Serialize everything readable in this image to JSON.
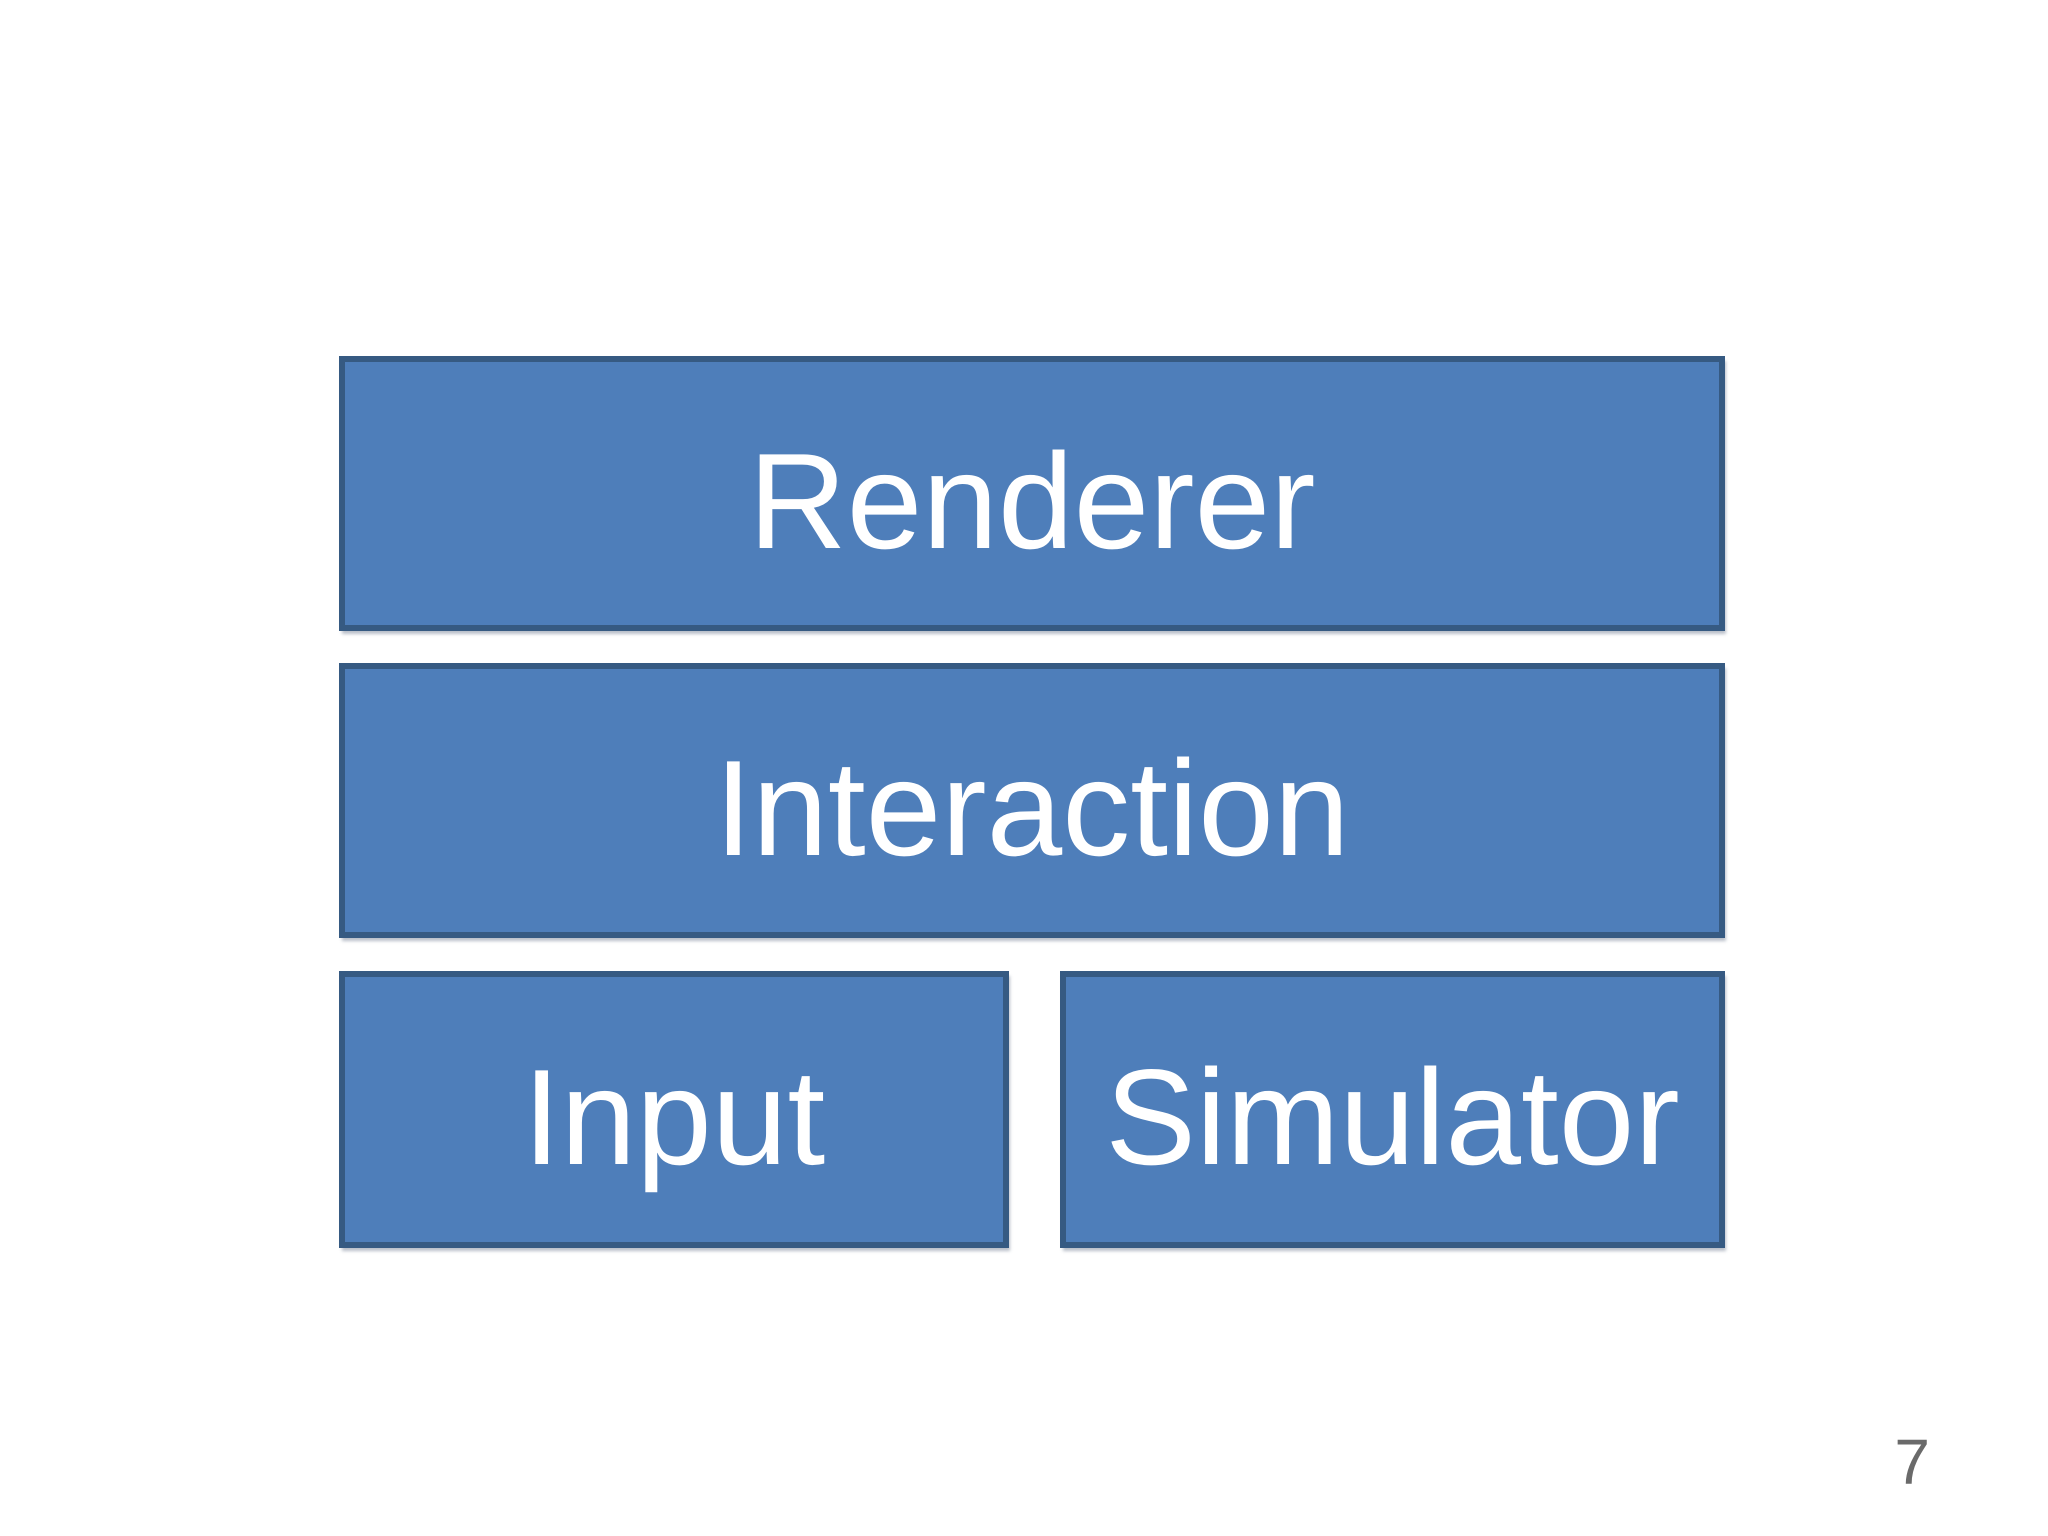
{
  "slide": {
    "page_number": "7",
    "colors": {
      "slide_bg": "#FFFFFF",
      "box_fill": "#4E7EBA",
      "box_border": "#365A82",
      "label_text": "#FFFFFF",
      "page_number_text": "#6A6A6A"
    },
    "boxes": {
      "renderer": {
        "label": "Renderer"
      },
      "interaction": {
        "label": "Interaction"
      },
      "input": {
        "label": "Input"
      },
      "simulator": {
        "label": "Simulator"
      }
    }
  }
}
